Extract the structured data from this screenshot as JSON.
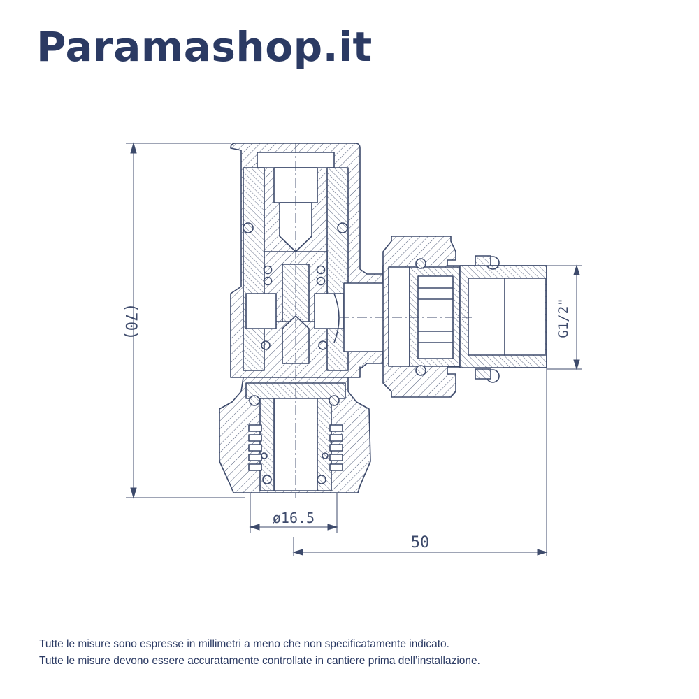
{
  "brand": {
    "name": "Paramashop.it",
    "color": "#2b3a63"
  },
  "drawing": {
    "subject": "angled radiator valve cross-section",
    "line_color": "#3d4a6b",
    "dimensions": {
      "height": "(70)",
      "bore_diameter": "ø16.5",
      "width": "50",
      "thread": "G1/2\""
    }
  },
  "notes": [
    "Tutte le misure sono espresse in millimetri a meno che non specificatamente indicato.",
    "Tutte le misure devono essere accuratamente controllate in cantiere prima dell’installazione."
  ]
}
